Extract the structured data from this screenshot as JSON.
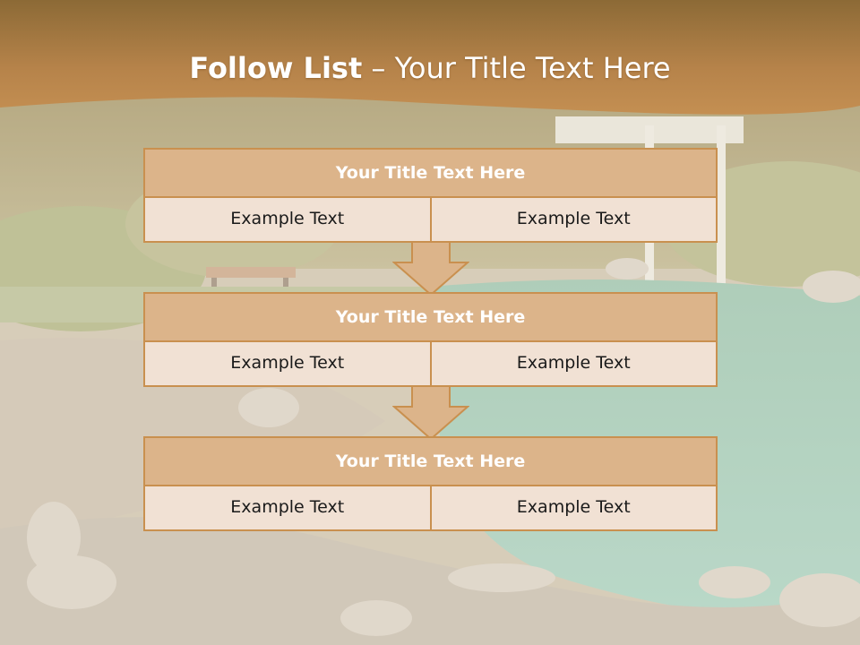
{
  "slide": {
    "title_bold": "Follow List",
    "title_rest": "– Your Title Text Here"
  },
  "blocks": [
    {
      "title": "Your Title Text Here",
      "left": "Example Text",
      "right": "Example Text"
    },
    {
      "title": "Your Title Text Here",
      "left": "Example Text",
      "right": "Example Text"
    },
    {
      "title": "Your Title Text Here",
      "left": "Example Text",
      "right": "Example Text"
    }
  ],
  "colors": {
    "header_band": "#b88647",
    "block_title_fill": "#dcb48a",
    "block_border": "#c9904f",
    "cell_fill": "#f1e1d4",
    "arrow_fill": "#dcb48a"
  }
}
